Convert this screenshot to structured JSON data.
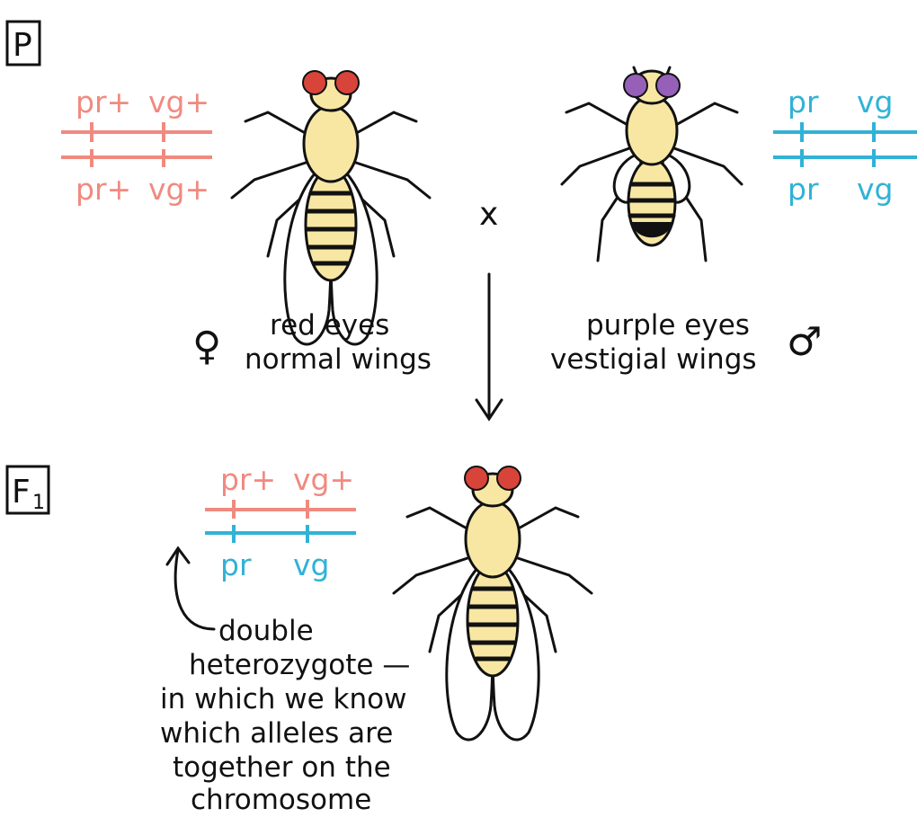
{
  "colors": {
    "wildtype": "#f08a80",
    "mutant": "#31b2d6",
    "ink": "#111111",
    "body": "#f7e7a3",
    "red_eye": "#d8443a",
    "purple_eye": "#9660b8"
  },
  "generations": {
    "parental": "P",
    "f1_main": "F",
    "f1_sub": "1"
  },
  "female": {
    "symbol": "♀",
    "top_alleles": [
      "pr+",
      "vg+"
    ],
    "bottom_alleles": [
      "pr+",
      "vg+"
    ],
    "phenotype_line1": "red eyes",
    "phenotype_line2": "normal wings"
  },
  "male": {
    "symbol": "♂",
    "top_alleles": [
      "pr",
      "vg"
    ],
    "bottom_alleles": [
      "pr",
      "vg"
    ],
    "phenotype_line1": "purple eyes",
    "phenotype_line2": "vestigial wings"
  },
  "cross_symbol": "x",
  "f1": {
    "top_alleles": [
      "pr+",
      "vg+"
    ],
    "bottom_alleles": [
      "pr",
      "vg"
    ],
    "note_lines": [
      "double",
      "heterozygote —",
      "in which we know",
      "which alleles are",
      "together on the",
      "chromosome"
    ]
  }
}
